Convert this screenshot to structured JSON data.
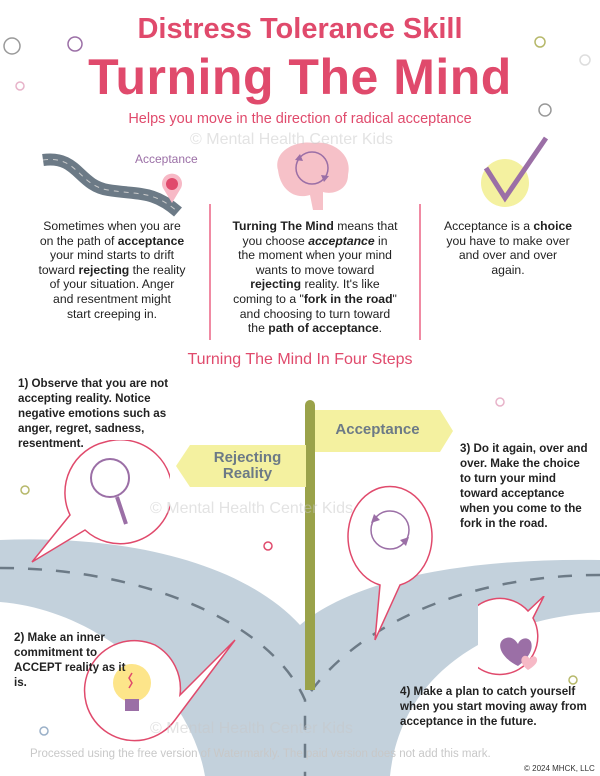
{
  "header": {
    "kicker": "Distress Tolerance Skill",
    "title": "Turning The Mind",
    "subtitle": "Helps you move in the direction of radical acceptance"
  },
  "intro": {
    "road_label": "Acceptance",
    "col1": [
      "Sometimes when you are",
      "on the path of ",
      "acceptance",
      " your mind starts to drift",
      "toward ",
      "rejecting",
      " the reality",
      "of your situation.  Anger",
      "and resentment might",
      "start creeping in."
    ],
    "col2": [
      "Turning The Mind",
      " means that",
      "you choose ",
      "acceptance",
      " in",
      "the moment when your mind",
      "wants to move toward",
      "rejecting",
      " reality. It's like",
      "coming to a \"",
      "fork in the road",
      "\"",
      "and choosing to turn toward",
      "the ",
      "path of acceptance",
      "."
    ],
    "col3": [
      "Acceptance is a ",
      "choice",
      "you have to make over",
      "and over and over",
      "again."
    ]
  },
  "steps_title": "Turning The Mind In Four Steps",
  "signs": {
    "acceptance": "Acceptance",
    "rejecting": "Rejecting Reality"
  },
  "steps": [
    "1) Observe that you are not accepting reality.  Notice negative emotions such as anger, regret, sadness, resentment.",
    "2) Make an inner commitment to ACCEPT reality as it is.",
    "3) Do it again, over and over.  Make the choice to turn your mind toward acceptance when you come to the fork in the road.",
    "4) Make a plan to catch yourself when you start moving away from acceptance in the future."
  ],
  "icons": [
    "road-icon",
    "map-pin-icon",
    "brain-icon",
    "cycle-arrows-icon",
    "checkmark-icon",
    "magnifier-icon",
    "lightbulb-icon",
    "hearts-icon",
    "signpost-icon"
  ],
  "watermark": "© Mental Health Center Kids",
  "processed_notice": "Processed using the free version of Watermarkly. The paid version does not add this mark.",
  "copyright": "© 2024 MHCK, LLC",
  "colors": {
    "accent": "#e04a6c",
    "purple": "#9b6fa6",
    "road": "#c3d1dc",
    "sign": "#f4f1a0",
    "post": "#9aa24a"
  }
}
